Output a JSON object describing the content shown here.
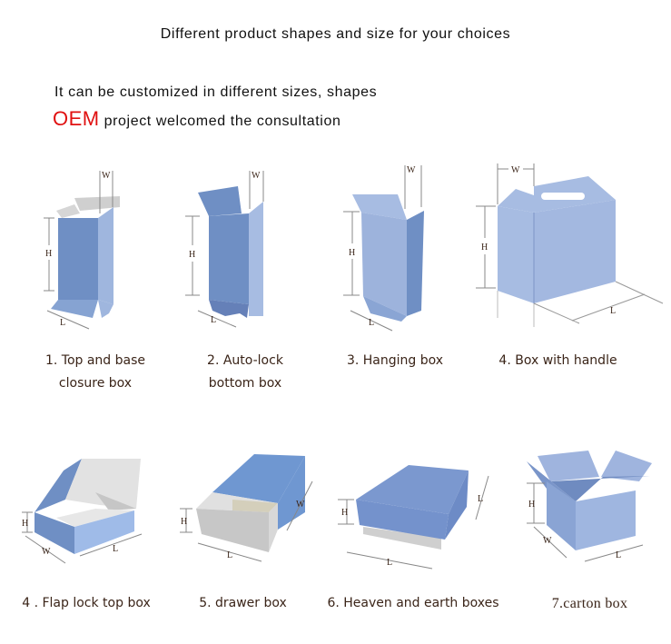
{
  "header": {
    "title": "Different product shapes and size for your choices",
    "line1": "It can be customized in different sizes, shapes",
    "oem": "OEM",
    "line2": "project welcomed the consultation"
  },
  "colors": {
    "oem_red": "#e01010",
    "box_blue": "#6f8fc4",
    "box_blue_light": "#a7bce2",
    "inner_gray": "#d9d9d9",
    "label_brown": "#3a2418"
  },
  "dimension_labels": {
    "height": "H",
    "width": "W",
    "length": "L"
  },
  "boxes": [
    {
      "number": "1",
      "label_line1": "1. Top and base",
      "label_line2": "closure box"
    },
    {
      "number": "2",
      "label_line1": "2. Auto-lock",
      "label_line2": "bottom box"
    },
    {
      "number": "3",
      "label_line1": "3. Hanging box"
    },
    {
      "number": "4",
      "label_line1": "4. Box with handle"
    },
    {
      "number": "4",
      "label_line1": "4 . Flap lock top box"
    },
    {
      "number": "5",
      "label_line1": "5. drawer box"
    },
    {
      "number": "6",
      "label_line1": "6. Heaven and earth boxes"
    },
    {
      "number": "7",
      "label_line1": "7.carton box"
    }
  ]
}
